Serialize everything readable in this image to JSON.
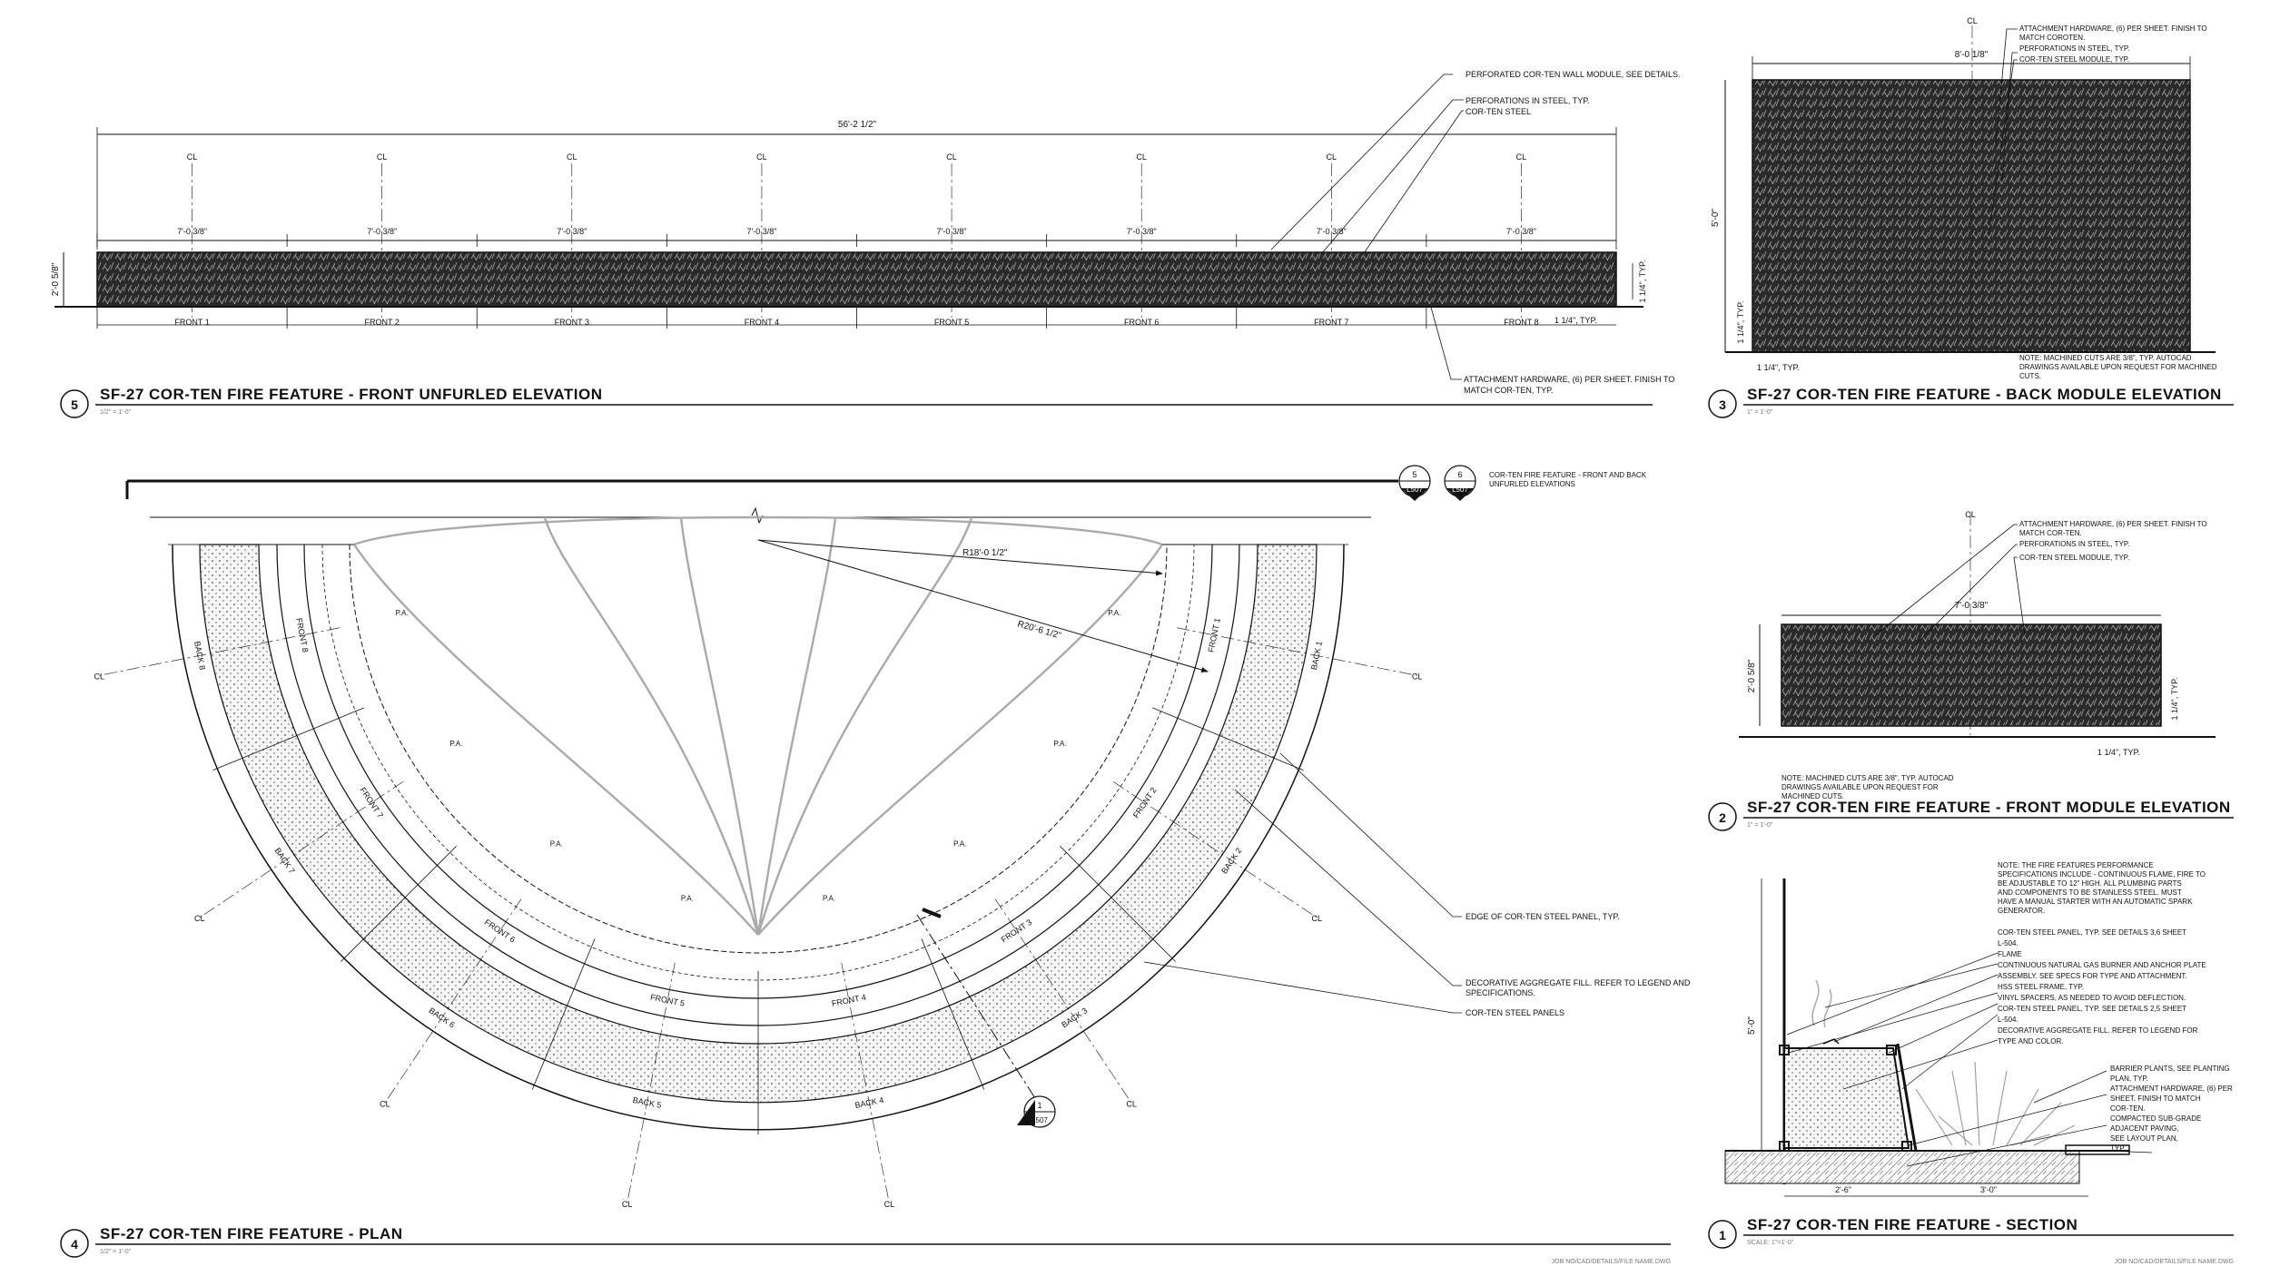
{
  "titles": {
    "t5": {
      "num": "5",
      "text": "SF-27 COR-TEN FIRE FEATURE - FRONT UNFURLED ELEVATION",
      "scale": "1/2\" = 1'-0\""
    },
    "t3": {
      "num": "3",
      "text": "SF-27 COR-TEN FIRE FEATURE - BACK MODULE ELEVATION",
      "scale": "1\" = 1'-0\""
    },
    "t2": {
      "num": "2",
      "text": "SF-27 COR-TEN FIRE FEATURE - FRONT MODULE ELEVATION",
      "scale": "1\" = 1'-0\""
    },
    "t4": {
      "num": "4",
      "text": "SF-27 COR-TEN FIRE FEATURE - PLAN",
      "scale": "1/2\" = 1'-0\""
    },
    "t1": {
      "num": "1",
      "text": "SF-27 COR-TEN FIRE FEATURE - SECTION",
      "scale": "SCALE: 1\"=1'-0\""
    }
  },
  "file_ref": "JOB NO/CAD/DETAILS/FILE NAME.DWG",
  "centerline_symbol": "CL",
  "elev5": {
    "overall_dim": "56'-2 1/2\"",
    "module_dim": "7'-0 3/8\"",
    "height_dim": "2'-0 5/8\"",
    "typ_dim": "1 1/4\", TYP.",
    "modules": [
      "FRONT 1",
      "FRONT 2",
      "FRONT 3",
      "FRONT 4",
      "FRONT 5",
      "FRONT 6",
      "FRONT 7",
      "FRONT 8"
    ],
    "notes": {
      "n1": "PERFORATED COR-TEN WALL MODULE, SEE DETAILS.",
      "n2": "PERFORATIONS IN STEEL, TYP.",
      "n3": "COR-TEN STEEL",
      "n4a": "ATTACHMENT HARDWARE, (6) PER SHEET. FINISH TO",
      "n4b": "MATCH COR-TEN, TYP."
    }
  },
  "elev3": {
    "width_dim": "8'-0 1/8\"",
    "height_dim": "5'-0\"",
    "typ_v": "1 1/4\", TYP.",
    "typ_h": "1 1/4\", TYP.",
    "notes": [
      "ATTACHMENT HARDWARE, (6) PER SHEET. FINISH TO",
      "MATCH COROTEN.",
      "PERFORATIONS IN STEEL, TYP.",
      "COR-TEN STEEL MODULE, TYP."
    ],
    "note_bottom": [
      "NOTE: MACHINED CUTS ARE 3/8\", TYP. AUTOCAD",
      "DRAWINGS AVAILABLE UPON REQUEST FOR MACHINED",
      "CUTS."
    ]
  },
  "elev2": {
    "width_dim": "7'-0 3/8\"",
    "height_dim": "2'-0 5/8\"",
    "typ_v": "1 1/4\", TYP.",
    "typ_h": "1 1/4\", TYP.",
    "notes": [
      "ATTACHMENT HARDWARE, (6) PER SHEET. FINISH TO",
      "MATCH COR-TEN.",
      "PERFORATIONS IN STEEL, TYP.",
      "COR-TEN STEEL MODULE, TYP."
    ],
    "note_bottom": [
      "NOTE: MACHINED CUTS ARE 3/8\", TYP. AUTOCAD",
      "DRAWINGS AVAILABLE UPON REQUEST FOR",
      "MACHINED CUTS."
    ]
  },
  "plan": {
    "ref_a": {
      "num": "5",
      "sheet": "L507"
    },
    "ref_b": {
      "num": "6",
      "sheet": "L507"
    },
    "ref_note": [
      "COR-TEN FIRE FEATURE - FRONT AND BACK",
      "UNFURLED ELEVATIONS"
    ],
    "r1": "R18'-0 1/2\"",
    "r2": "R20'-6 1/2\"",
    "pa": "P.A.",
    "front": [
      "FRONT 1",
      "FRONT 2",
      "FRONT 3",
      "FRONT 4",
      "FRONT 5",
      "FRONT 6",
      "FRONT 7",
      "FRONT 8"
    ],
    "back": [
      "BACK 1",
      "BACK 2",
      "BACK 3",
      "BACK 4",
      "BACK 5",
      "BACK 6",
      "BACK 7",
      "BACK 8"
    ],
    "notes": {
      "edge": "EDGE OF COR-TEN STEEL PANEL, TYP.",
      "agg1": "DECORATIVE AGGREGATE FILL. REFER TO LEGEND AND",
      "agg2": "SPECIFICATIONS.",
      "panels": "COR-TEN STEEL PANELS"
    },
    "section_ref": {
      "num": "1",
      "sheet": "L507"
    }
  },
  "section": {
    "height_dim": "5'-0\"",
    "dim_a": "2'-6\"",
    "dim_b": "3'-0\"",
    "perf_note": [
      "NOTE: THE FIRE FEATURES PERFORMANCE",
      "SPECIFICATIONS INCLUDE - CONTINUOUS FLAME, FIRE TO",
      "BE ADJUSTABLE TO 12\" HIGH. ALL PLUMBING PARTS",
      "AND COMPONENTS TO BE STAINLESS STEEL.  MUST",
      "HAVE A MANUAL STARTER WITH AN AUTOMATIC SPARK",
      "GENERATOR."
    ],
    "callouts": [
      "COR-TEN STEEL PANEL, TYP. SEE DETAILS 3,6 SHEET",
      "L-504.",
      "FLAME",
      "CONTINUOUS NATURAL GAS BURNER AND ANCHOR PLATE",
      "ASSEMBLY. SEE SPECS FOR TYPE AND ATTACHMENT.",
      "HSS STEEL FRAME, TYP.",
      "VINYL SPACERS, AS NEEDED TO AVOID DEFLECTION.",
      "COR-TEN STEEL PANEL, TYP. SEE DETAILS 2,5 SHEET",
      "L-504.",
      "DECORATIVE AGGREGATE FILL. REFER TO LEGEND FOR",
      "TYPE AND COLOR."
    ],
    "callouts2": [
      "BARRIER PLANTS, SEE PLANTING",
      "PLAN, TYP.",
      "ATTACHMENT HARDWARE, (6) PER",
      "SHEET. FINISH TO MATCH",
      "COR-TEN.",
      "COMPACTED SUB-GRADE",
      "ADJACENT PAVING,",
      "SEE LAYOUT PLAN,",
      "TYP."
    ]
  }
}
